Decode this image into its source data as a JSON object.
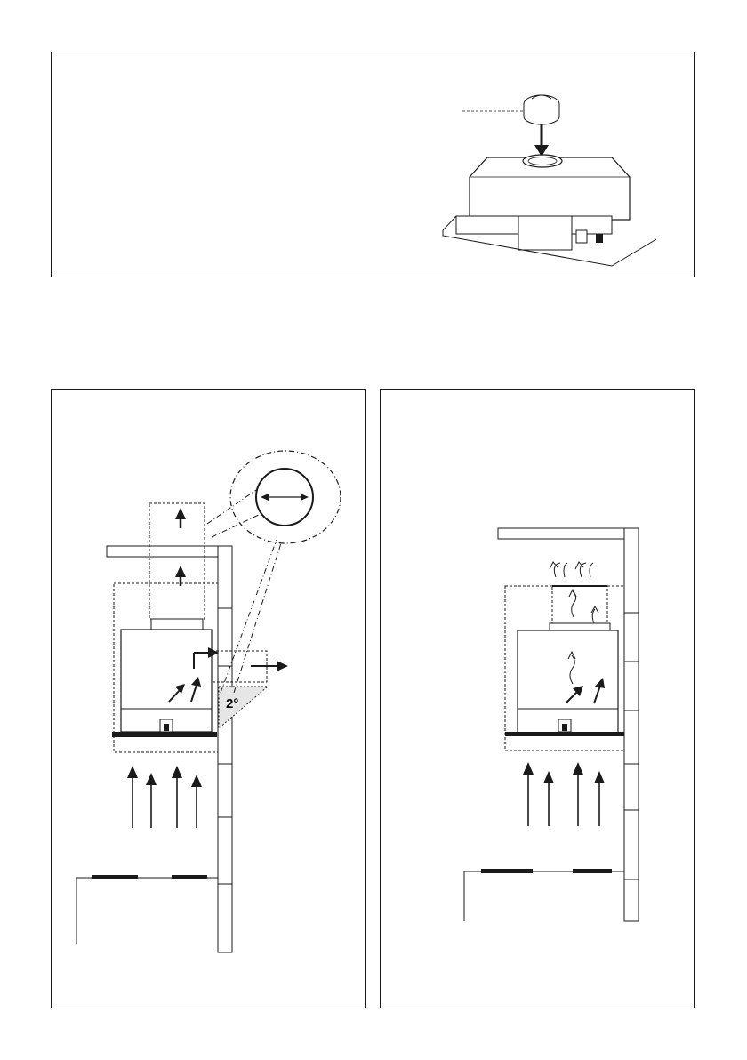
{
  "panels": {
    "top": {
      "content": "hood-with-backdraft-damper"
    },
    "left": {
      "content": "ducted-extraction-through-wall"
    },
    "right": {
      "content": "recirculation-mode"
    }
  },
  "left_diagram": {
    "slope_angle": "2°"
  },
  "icons": [
    "arrow-icon",
    "ducting-icon",
    "damper-icon",
    "hood-icon",
    "hob-icon",
    "wall-icon",
    "ceiling-icon",
    "air-flow-icon"
  ],
  "colors": {
    "line": "#1a1a1a",
    "fill": "#ffffff",
    "shade": "#e6e6e6"
  }
}
